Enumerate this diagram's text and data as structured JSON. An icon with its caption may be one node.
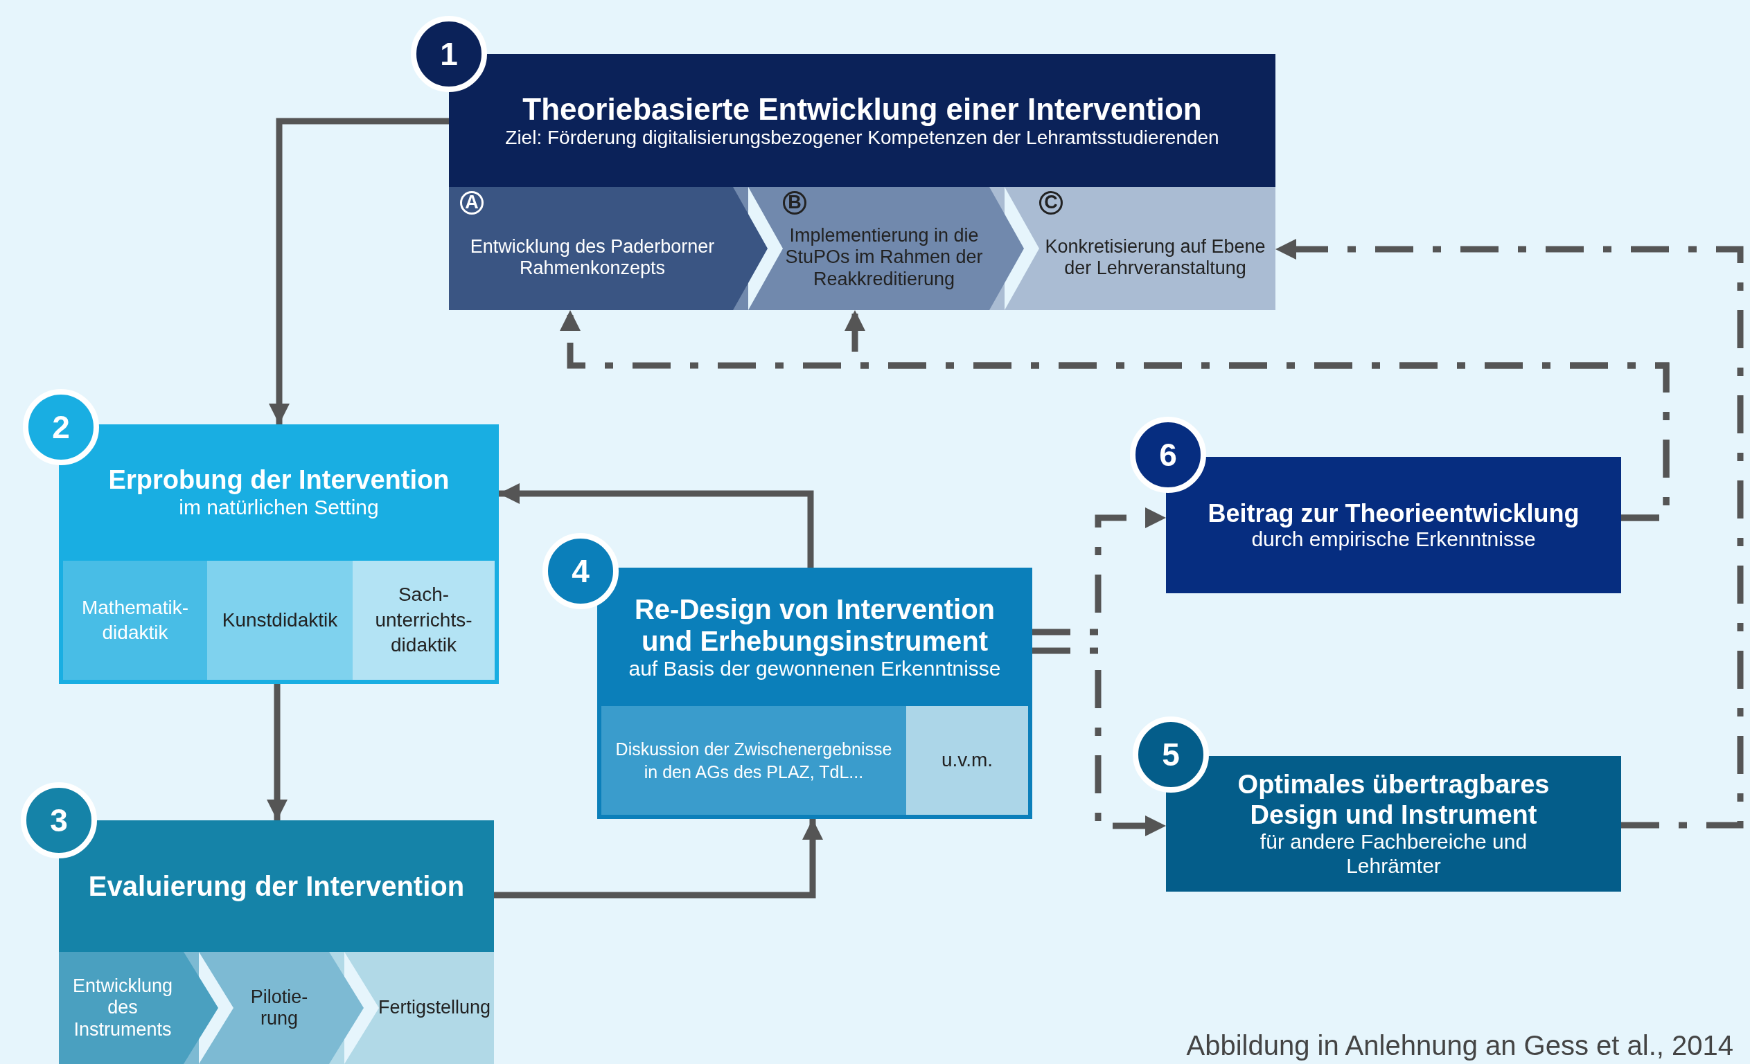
{
  "diagram": {
    "caption": "Abbildung in Anlehnung an Gess et al., 2014",
    "nodes": [
      {
        "text": [
          "1"
        ]
      },
      {
        "text": [
          "Theoriebasierte Entwicklung einer Intervention",
          "Ziel: Förderung digitalisierungsbezogener Kompetenzen der Lehramtsstudierenden"
        ]
      },
      {
        "text": [
          "A",
          "Entwicklung des Paderborner Rahmenkonzepts"
        ],
        "in": 1
      },
      {
        "text": [
          "B",
          "Implementierung in die StuPOs im Rahmen der Reakkreditierung"
        ],
        "in": 1
      },
      {
        "text": [
          "C",
          "Konkretisierung auf Ebene der Lehrveranstaltung"
        ],
        "in": 1
      },
      {
        "text": [
          "2"
        ]
      },
      {
        "text": [
          "Erprobung der Intervention",
          "im natürlichen Setting"
        ]
      },
      {
        "text": [
          "Mathematik- didaktik"
        ],
        "in": 6
      },
      {
        "text": [
          "Kunstdidaktik"
        ],
        "in": 6
      },
      {
        "text": [
          "Sach- unterrichts- didaktik"
        ],
        "in": 6
      },
      {
        "text": [
          "6"
        ]
      },
      {
        "text": [
          "Beitrag zur Theorieentwicklung",
          "durch empirische Erkenntnisse"
        ]
      },
      {
        "text": [
          "4"
        ]
      },
      {
        "text": [
          "Re-Design von Intervention und Erhebungsinstrument",
          "auf Basis der gewonnenen Erkenntnisse"
        ]
      },
      {
        "text": [
          "Diskussion der Zwischenergebnisse in den AGs des PLAZ, TdL..."
        ],
        "in": 13
      },
      {
        "text": [
          "u.v.m."
        ],
        "in": 13
      },
      {
        "text": [
          "5"
        ]
      },
      {
        "text": [
          "Optimales übertragbares Design und Instrument",
          "für andere Fachbereiche und Lehrämter"
        ]
      },
      {
        "text": [
          "3"
        ]
      },
      {
        "text": [
          "Evaluierung der Intervention"
        ]
      },
      {
        "text": [
          "Entwicklung des Instruments"
        ],
        "in": 19
      },
      {
        "text": [
          "Pilotie- rung"
        ],
        "in": 19
      },
      {
        "text": [
          "Fertigstellung"
        ],
        "in": 19
      }
    ],
    "edges": [
      {
        "from": 1,
        "to": 6,
        "arrow": "to"
      },
      {
        "from": 6,
        "to": 19,
        "arrow": "to"
      },
      {
        "from": 19,
        "to": 13,
        "arrow": "to"
      },
      {
        "from": 13,
        "to": 6,
        "arrow": "to"
      },
      {
        "from": 13,
        "to": 11,
        "arrow": "to",
        "style": "dashed"
      },
      {
        "from": 13,
        "to": 17,
        "arrow": "to",
        "style": "dashed"
      },
      {
        "from": 17,
        "to": 4,
        "arrow": "to",
        "style": "dashed"
      },
      {
        "from": 11,
        "to": 2,
        "arrow": "to",
        "style": "dashed"
      },
      {
        "from": 11,
        "to": 3,
        "arrow": "to",
        "style": "dashed"
      }
    ]
  }
}
